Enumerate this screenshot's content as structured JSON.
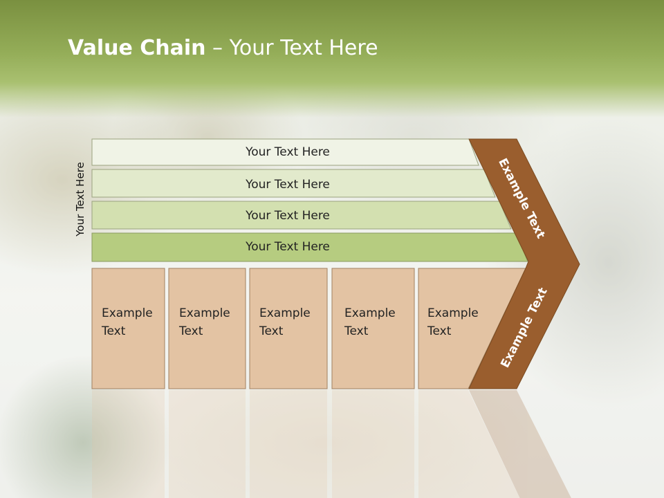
{
  "header": {
    "title_bold": "Value Chain",
    "title_rest": " – Your Text Here"
  },
  "side_label": "Your Text Here",
  "bands": [
    {
      "label": "Your Text Here",
      "color": "#f0f3e6"
    },
    {
      "label": "Your Text Here",
      "color": "#e2eacc"
    },
    {
      "label": "Your Text Here",
      "color": "#d3e0b0"
    },
    {
      "label": "Your Text Here",
      "color": "#b6cc80"
    }
  ],
  "columns": [
    {
      "line1": "Example",
      "line2": "Text"
    },
    {
      "line1": "Example",
      "line2": "Text"
    },
    {
      "line1": "Example",
      "line2": "Text"
    },
    {
      "line1": "Example",
      "line2": "Text"
    },
    {
      "line1": "Example",
      "line2": "Text"
    }
  ],
  "arrow": {
    "upper_label": "Example Text",
    "lower_label": "Example Text",
    "color": "#9a5e2e"
  },
  "colors": {
    "column_fill": "#e3c3a3",
    "column_stroke": "#a08060"
  }
}
